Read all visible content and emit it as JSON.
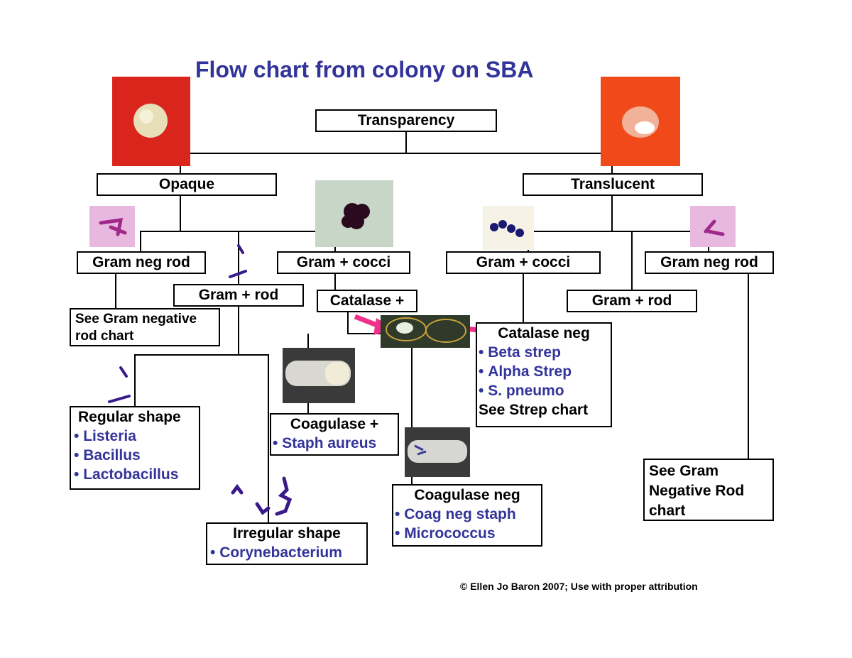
{
  "title": "Flow chart from colony on SBA",
  "copyright": "© Ellen Jo Baron 2007; Use with proper attribution",
  "nodes": {
    "transparency": "Transparency",
    "opaque": "Opaque",
    "translucent": "Translucent",
    "gram_neg_rod_left": "Gram neg rod",
    "gram_pos_rod_left": "Gram + rod",
    "gram_pos_cocci_left": "Gram + cocci",
    "catalase_pos": "Catalase +",
    "gram_pos_cocci_right": "Gram + cocci",
    "gram_pos_rod_right": "Gram + rod",
    "gram_neg_rod_right": "Gram neg rod",
    "see_gram_neg_left": "See Gram negative rod chart",
    "regular_shape": {
      "head": "Regular shape",
      "items": [
        "Listeria",
        "Bacillus",
        "Lactobacillus"
      ]
    },
    "irregular_shape": {
      "head": "Irregular shape",
      "items": [
        "Corynebacterium"
      ]
    },
    "coagulase_pos": {
      "head": "Coagulase +",
      "items": [
        "Staph aureus"
      ]
    },
    "coagulase_neg": {
      "head": "Coagulase neg",
      "items": [
        "Coag neg staph",
        "Micrococcus"
      ]
    },
    "catalase_neg": {
      "head": "Catalase neg",
      "items": [
        "Beta strep",
        "Alpha Strep",
        "S. pneumo"
      ],
      "foot": "See Strep chart"
    },
    "see_gram_neg_right": "See Gram Negative Rod chart"
  },
  "colors": {
    "title": "#33349a",
    "species": "#33349a",
    "arrow": "#f0308a",
    "blood_agar_left": "#d9251c",
    "blood_agar_right": "#f04a1a"
  }
}
